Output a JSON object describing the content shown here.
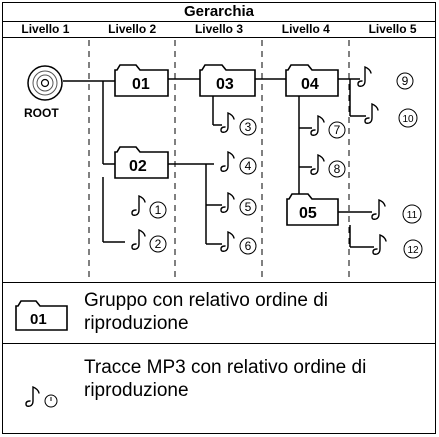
{
  "title": "Gerarchia",
  "levels": [
    "Livello 1",
    "Livello 2",
    "Livello 3",
    "Livello 4",
    "Livello 5"
  ],
  "root": {
    "label": "ROOT"
  },
  "groups": [
    "01",
    "02",
    "03",
    "04",
    "05"
  ],
  "tracks": [
    "1",
    "2",
    "3",
    "4",
    "5",
    "6",
    "7",
    "8",
    "9",
    "10",
    "11",
    "12"
  ],
  "legend": {
    "group_example": "01",
    "group_text": "Gruppo con relativo ordine di riproduzione",
    "track_text": "Tracce MP3 con relativo ordine di riproduzione"
  }
}
